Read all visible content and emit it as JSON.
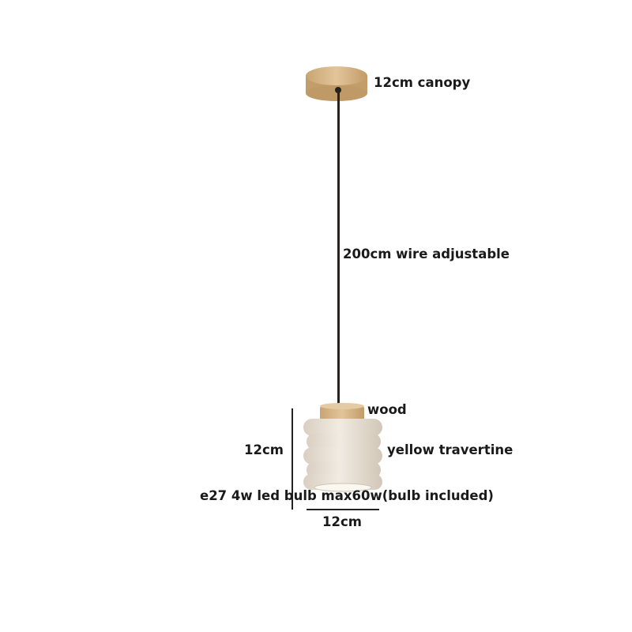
{
  "labels": {
    "canopy": "12cm canopy",
    "wire": "200cm wire adjustable",
    "cap": "wood",
    "height": "12cm",
    "body": "yellow travertine",
    "bulb": "e27 4w led bulb max60w(bulb included)",
    "width": "12cm"
  },
  "colors": {
    "wood": "#d9b98a",
    "travertine": "#e8dfd2",
    "wire": "#2b2220"
  }
}
